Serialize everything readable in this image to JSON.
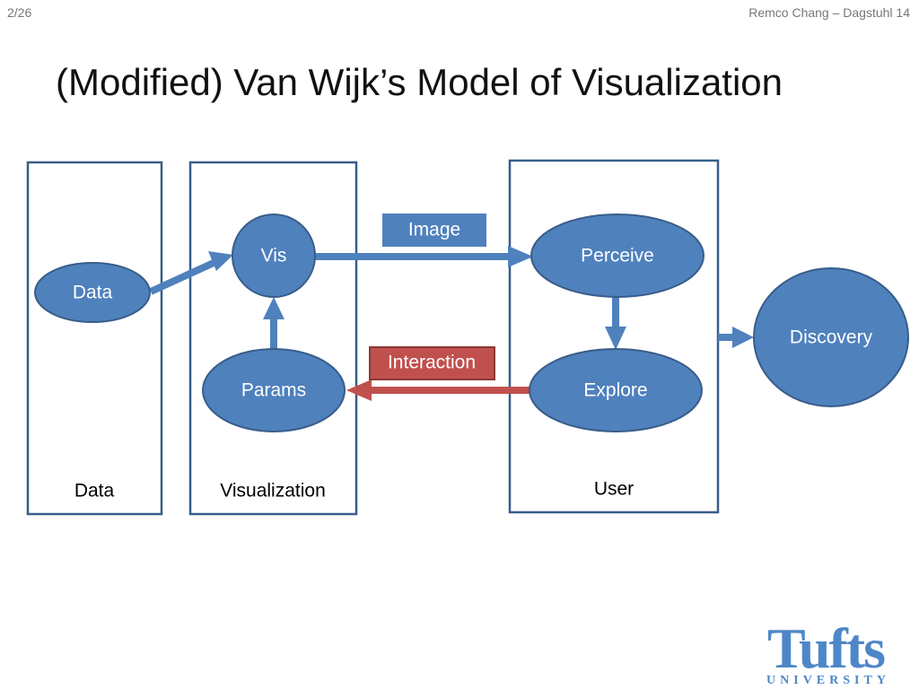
{
  "slide": {
    "page_number": "2/26",
    "footer": "Remco Chang – Dagstuhl 14",
    "title": "(Modified) Van Wijk’s Model of Visualization"
  },
  "columns": {
    "data": "Data",
    "visualization": "Visualization",
    "user": "User"
  },
  "nodes": {
    "data": "Data",
    "vis": "Vis",
    "params": "Params",
    "perceive": "Perceive",
    "explore": "Explore",
    "discovery": "Discovery"
  },
  "edge_labels": {
    "image": "Image",
    "interaction": "Interaction"
  },
  "logo": {
    "main": "Tufts",
    "sub": "UNIVERSITY"
  },
  "colors": {
    "node_fill": "#4f81bd",
    "node_stroke": "#385d8a",
    "frame_stroke": "#385d8a",
    "arrow_blue": "#4f81bd",
    "arrow_red": "#c0504d",
    "label_red_stroke": "#8c3836",
    "logo_blue": "#4e87c8"
  }
}
